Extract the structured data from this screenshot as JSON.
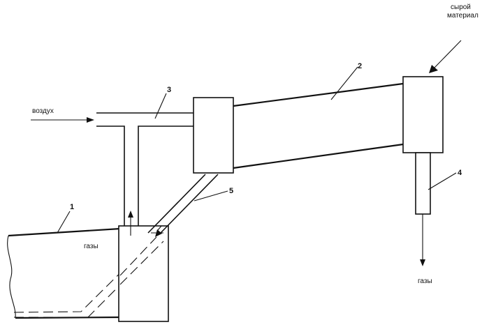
{
  "labels": {
    "n1": "1",
    "n2": "2",
    "n3": "3",
    "n4": "4",
    "n5": "5",
    "air_in": "воздух",
    "raw_line1": "сырой",
    "raw_line2": "материал",
    "gases_bottom": "газы",
    "gases_cooler": "газы"
  },
  "colors": {
    "ink": "#111111",
    "background": "#ffffff"
  }
}
